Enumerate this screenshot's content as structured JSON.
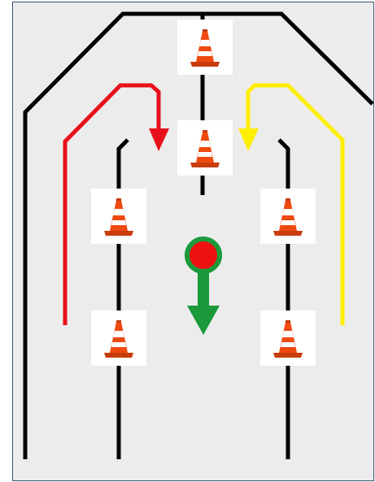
{
  "diagram": {
    "colors": {
      "background": "#ececec",
      "frame": "#3b5272",
      "lines": "#000000",
      "left_path": "#e8101a",
      "right_path": "#ffee00",
      "marker_fill": "#ee1111",
      "marker_ring": "#1a9a3a",
      "down_arrow": "#1a9a3a",
      "cone_orange": "#ee4a10",
      "cone_stripe": "#ffffff"
    },
    "cones": [
      {
        "name": "cone-top-center",
        "icon": "traffic-cone-icon"
      },
      {
        "name": "cone-mid-center",
        "icon": "traffic-cone-icon"
      },
      {
        "name": "cone-upper-left",
        "icon": "traffic-cone-icon"
      },
      {
        "name": "cone-upper-right",
        "icon": "traffic-cone-icon"
      },
      {
        "name": "cone-lower-left",
        "icon": "traffic-cone-icon"
      },
      {
        "name": "cone-lower-right",
        "icon": "traffic-cone-icon"
      }
    ],
    "arrows": [
      {
        "name": "left-turn-path",
        "color": "red",
        "direction": "up-then-down"
      },
      {
        "name": "right-turn-path",
        "color": "yellow",
        "direction": "up-then-down"
      },
      {
        "name": "straight-down-arrow",
        "color": "green",
        "direction": "down"
      }
    ],
    "position_marker": {
      "icon": "red-dot-marker-icon"
    }
  }
}
